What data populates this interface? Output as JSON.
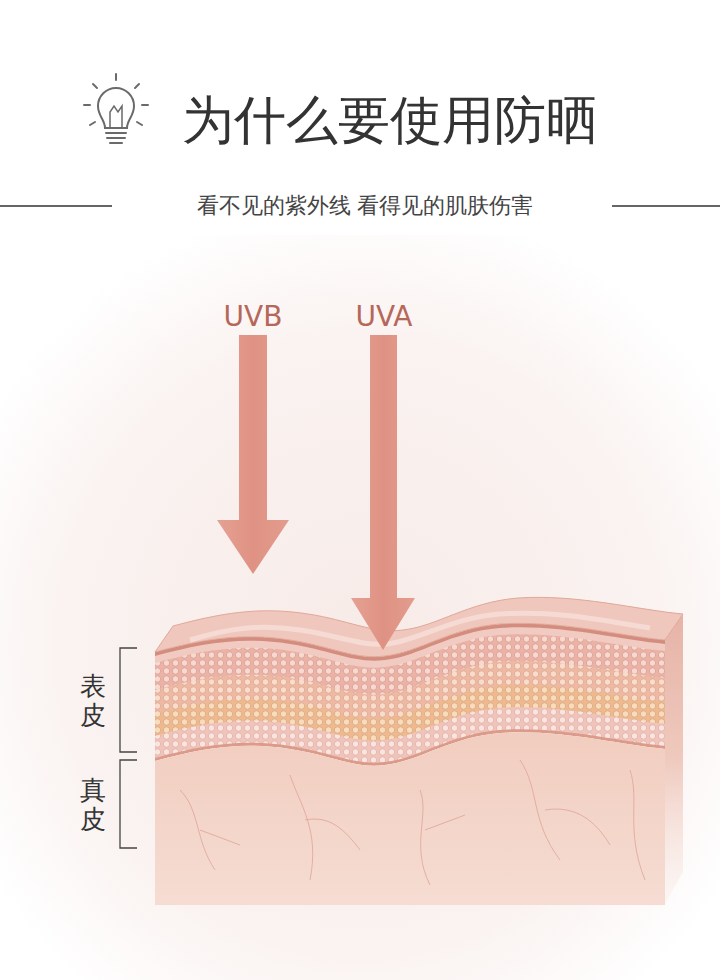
{
  "diagram": {
    "title": "为什么要使用防晒",
    "labels": [
      "看不见的紫外线 看得见的肌肤伤害",
      "UVB",
      "UVA",
      "表皮",
      "真皮"
    ]
  }
}
